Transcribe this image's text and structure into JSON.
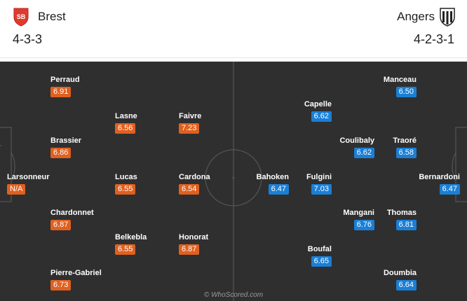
{
  "home": {
    "name": "Brest",
    "formation": "4-3-3",
    "crest_icon": "brest-crest-icon",
    "crest_text": "SB",
    "color": "#e0601f",
    "players": [
      {
        "name": "Perraud",
        "rating": "6.91"
      },
      {
        "name": "Lasne",
        "rating": "6.56"
      },
      {
        "name": "Faivre",
        "rating": "7.23"
      },
      {
        "name": "Brassier",
        "rating": "6.86"
      },
      {
        "name": "Larsonneur",
        "rating": "N/A"
      },
      {
        "name": "Lucas",
        "rating": "6.55"
      },
      {
        "name": "Cardona",
        "rating": "6.54"
      },
      {
        "name": "Chardonnet",
        "rating": "6.87"
      },
      {
        "name": "Belkebla",
        "rating": "6.55"
      },
      {
        "name": "Honorat",
        "rating": "6.87"
      },
      {
        "name": "Pierre-Gabriel",
        "rating": "6.73"
      }
    ]
  },
  "away": {
    "name": "Angers",
    "formation": "4-2-3-1",
    "crest_icon": "angers-crest-icon",
    "color": "#1a7fd6",
    "players": [
      {
        "name": "Manceau",
        "rating": "6.50"
      },
      {
        "name": "Capelle",
        "rating": "6.62"
      },
      {
        "name": "Coulibaly",
        "rating": "6.62"
      },
      {
        "name": "Traoré",
        "rating": "6.58"
      },
      {
        "name": "Bahoken",
        "rating": "6.47"
      },
      {
        "name": "Fulgini",
        "rating": "7.03"
      },
      {
        "name": "Bernardoni",
        "rating": "6.47"
      },
      {
        "name": "Mangani",
        "rating": "6.76"
      },
      {
        "name": "Thomas",
        "rating": "6.81"
      },
      {
        "name": "Boufal",
        "rating": "6.65"
      },
      {
        "name": "Doumbia",
        "rating": "6.64"
      }
    ]
  },
  "watermark": "© WhoScored.com"
}
